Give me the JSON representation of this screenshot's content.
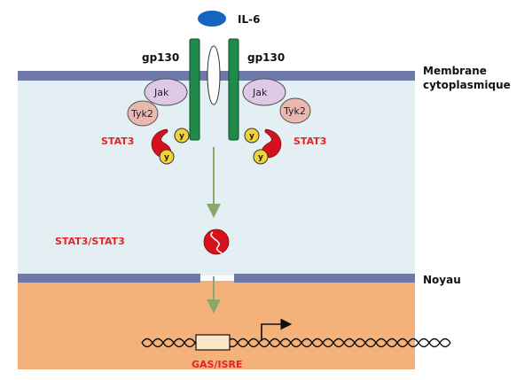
{
  "labels": {
    "il6": "IL-6",
    "gp130_left": "gp130",
    "gp130_right": "gp130",
    "membrane_line1": "Membrane",
    "membrane_line2": "cytoplasmique",
    "jak_left": "Jak",
    "jak_right": "Jak",
    "tyk2_left": "Tyk2",
    "tyk2_right": "Tyk2",
    "stat3_left": "STAT3",
    "stat3_right": "STAT3",
    "y_left_1": "y",
    "y_left_2": "y",
    "y_right_1": "y",
    "y_right_2": "y",
    "dimer": "STAT3/STAT3",
    "noyau": "Noyau",
    "gas_isre": "GAS/ISRE"
  },
  "colors": {
    "background": "#ffffff",
    "cytoplasm": "#e3eff3",
    "nucleus": "#f5b17a",
    "membrane": "#6e79a8",
    "receptor": "#1f8a4a",
    "il6": "#1565c0",
    "jak": "#ddc9e6",
    "tyk2": "#ebb8b0",
    "stat3": "#d5121b",
    "phospho": "#f0d23a",
    "arrow": "#8aa86a",
    "label_red": "#e0262b"
  }
}
